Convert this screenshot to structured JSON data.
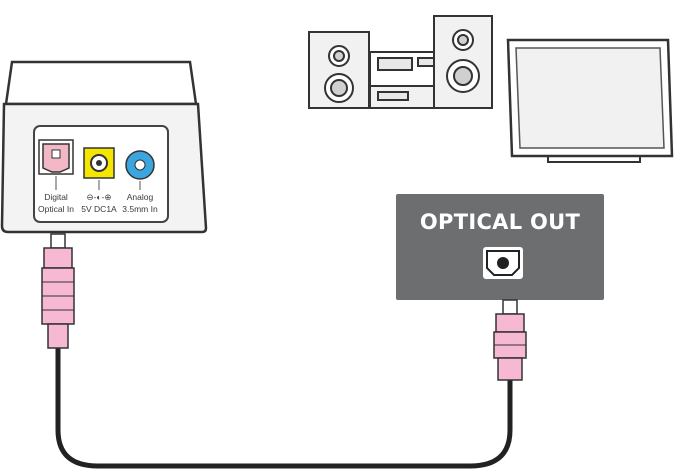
{
  "receiver": {
    "ports": [
      {
        "label_line1": "Digital",
        "label_line2": "Optical In",
        "icon": "toslink-port-icon",
        "color": "#f2b8c6"
      },
      {
        "label_line1": "⊖-◐-⊕",
        "label_line2": "5V DC1A",
        "icon": "dc-power-port-icon",
        "color": "#f5e600"
      },
      {
        "label_line1": "Analog",
        "label_line2": "3.5mm In",
        "icon": "aux-jack-icon",
        "color": "#3aa6dd"
      }
    ]
  },
  "source_panel": {
    "label": "OPTICAL OUT",
    "panel_color": "#6d6e70",
    "icon": "toslink-port-icon"
  },
  "cable": {
    "connector_color": "#f7b8d3",
    "wire_color": "#222222"
  },
  "devices": [
    {
      "icon": "stereo-system-icon"
    },
    {
      "icon": "television-icon"
    }
  ]
}
